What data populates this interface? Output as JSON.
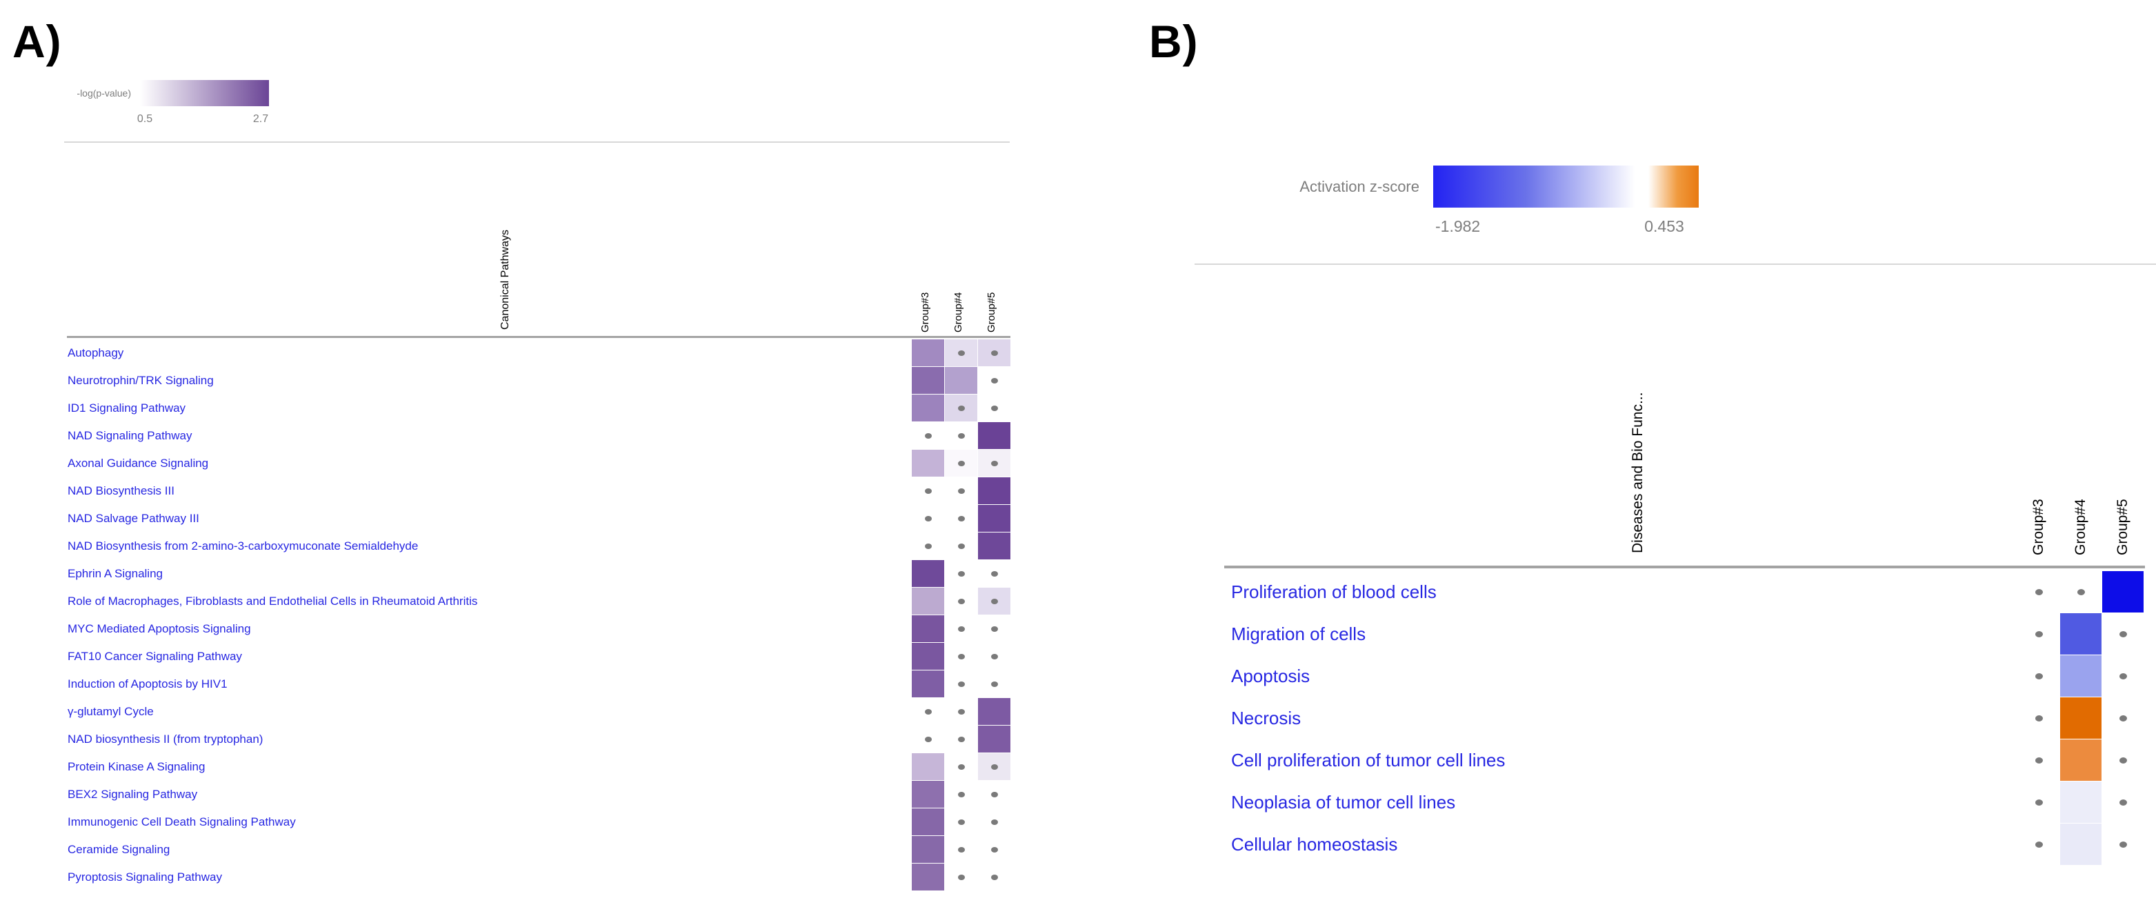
{
  "figure": {
    "row_label_color": "#2727e2",
    "dot_color": "#7a7a7a",
    "line_light_color": "#d8d8d8",
    "line_dark_color": "#a3a3a3"
  },
  "chart_data": [
    {
      "type": "heatmap",
      "panel_label": "A)",
      "col_axis_title": "Canonical Pathways",
      "columns": [
        "Group#3",
        "Group#4",
        "Group#5"
      ],
      "value_name": "-log(p-value)",
      "legend": {
        "title": "-log(p-value)",
        "min": 0.5,
        "max": 2.7,
        "min_label": "0.5",
        "max_label": "2.7",
        "gradient_stops": [
          {
            "color": "#ffffff",
            "pos": 0
          },
          {
            "color": "#6b4596",
            "pos": 100
          }
        ]
      },
      "dot_meaning": "grey dot marker shown in cell",
      "rows": [
        {
          "label": "Autophagy",
          "cells": [
            {
              "value": 1.9,
              "color": "#a28ac1",
              "dot": false
            },
            {
              "value": 0.9,
              "color": "#e4deef",
              "dot": true
            },
            {
              "value": 1.0,
              "color": "#ded6eb",
              "dot": true
            }
          ]
        },
        {
          "label": "Neurotrophin/TRK Signaling",
          "cells": [
            {
              "value": 2.2,
              "color": "#8a6cae",
              "dot": false
            },
            {
              "value": 1.5,
              "color": "#b3a1ce",
              "dot": false
            },
            {
              "value": null,
              "color": "#ffffff",
              "dot": true
            }
          ]
        },
        {
          "label": "ID1 Signaling Pathway",
          "cells": [
            {
              "value": 2.0,
              "color": "#9c83bd",
              "dot": false
            },
            {
              "value": 1.0,
              "color": "#ded7eb",
              "dot": true
            },
            {
              "value": null,
              "color": "#ffffff",
              "dot": true
            }
          ]
        },
        {
          "label": "NAD Signaling Pathway",
          "cells": [
            {
              "value": null,
              "color": "#ffffff",
              "dot": true
            },
            {
              "value": null,
              "color": "#ffffff",
              "dot": true
            },
            {
              "value": 2.7,
              "color": "#6a4296",
              "dot": false
            }
          ]
        },
        {
          "label": "Axonal Guidance Signaling",
          "cells": [
            {
              "value": 1.4,
              "color": "#c4b3d7",
              "dot": false
            },
            {
              "value": 0.6,
              "color": "#faf8fc",
              "dot": true
            },
            {
              "value": 0.7,
              "color": "#f3f0f7",
              "dot": true
            }
          ]
        },
        {
          "label": "NAD Biosynthesis III",
          "cells": [
            {
              "value": null,
              "color": "#ffffff",
              "dot": true
            },
            {
              "value": null,
              "color": "#ffffff",
              "dot": true
            },
            {
              "value": 2.7,
              "color": "#6b4397",
              "dot": false
            }
          ]
        },
        {
          "label": "NAD Salvage Pathway III",
          "cells": [
            {
              "value": null,
              "color": "#ffffff",
              "dot": true
            },
            {
              "value": null,
              "color": "#ffffff",
              "dot": true
            },
            {
              "value": 2.7,
              "color": "#6c4598",
              "dot": false
            }
          ]
        },
        {
          "label": "NAD Biosynthesis from 2-amino-3-carboxymuconate Semialdehyde",
          "cells": [
            {
              "value": null,
              "color": "#ffffff",
              "dot": true
            },
            {
              "value": null,
              "color": "#ffffff",
              "dot": true
            },
            {
              "value": 2.6,
              "color": "#6e4899",
              "dot": false
            }
          ]
        },
        {
          "label": "Ephrin A Signaling",
          "cells": [
            {
              "value": 2.6,
              "color": "#6f4a9a",
              "dot": false
            },
            {
              "value": null,
              "color": "#ffffff",
              "dot": true
            },
            {
              "value": null,
              "color": "#ffffff",
              "dot": true
            }
          ]
        },
        {
          "label": "Role of Macrophages, Fibroblasts and Endothelial Cells in Rheumatoid Arthritis",
          "cells": [
            {
              "value": 1.5,
              "color": "#bcaad0",
              "dot": false
            },
            {
              "value": null,
              "color": "#ffffff",
              "dot": true
            },
            {
              "value": 0.9,
              "color": "#e2dcee",
              "dot": true
            }
          ]
        },
        {
          "label": "MYC Mediated Apoptosis Signaling",
          "cells": [
            {
              "value": 2.5,
              "color": "#79559f",
              "dot": false
            },
            {
              "value": null,
              "color": "#ffffff",
              "dot": true
            },
            {
              "value": null,
              "color": "#ffffff",
              "dot": true
            }
          ]
        },
        {
          "label": "FAT10 Cancer Signaling Pathway",
          "cells": [
            {
              "value": 2.5,
              "color": "#7a57a0",
              "dot": false
            },
            {
              "value": null,
              "color": "#ffffff",
              "dot": true
            },
            {
              "value": null,
              "color": "#ffffff",
              "dot": true
            }
          ]
        },
        {
          "label": "Induction of Apoptosis by HIV1",
          "cells": [
            {
              "value": 2.4,
              "color": "#7f5ea5",
              "dot": false
            },
            {
              "value": null,
              "color": "#ffffff",
              "dot": true
            },
            {
              "value": null,
              "color": "#ffffff",
              "dot": true
            }
          ]
        },
        {
          "label": "γ-glutamyl Cycle",
          "cells": [
            {
              "value": null,
              "color": "#ffffff",
              "dot": true
            },
            {
              "value": null,
              "color": "#ffffff",
              "dot": true
            },
            {
              "value": 2.4,
              "color": "#7d5aa3",
              "dot": false
            }
          ]
        },
        {
          "label": "NAD biosynthesis II (from tryptophan)",
          "cells": [
            {
              "value": null,
              "color": "#ffffff",
              "dot": true
            },
            {
              "value": null,
              "color": "#ffffff",
              "dot": true
            },
            {
              "value": 2.4,
              "color": "#7e5ba3",
              "dot": false
            }
          ]
        },
        {
          "label": "Protein Kinase A Signaling",
          "cells": [
            {
              "value": 1.35,
              "color": "#c6b6d8",
              "dot": false
            },
            {
              "value": null,
              "color": "#ffffff",
              "dot": true
            },
            {
              "value": 0.8,
              "color": "#ebe7f2",
              "dot": true
            }
          ]
        },
        {
          "label": "BEX2 Signaling Pathway",
          "cells": [
            {
              "value": 2.2,
              "color": "#8e70ae",
              "dot": false
            },
            {
              "value": null,
              "color": "#ffffff",
              "dot": true
            },
            {
              "value": null,
              "color": "#ffffff",
              "dot": true
            }
          ]
        },
        {
          "label": "Immunogenic Cell Death Signaling Pathway",
          "cells": [
            {
              "value": 2.3,
              "color": "#8667a8",
              "dot": false
            },
            {
              "value": null,
              "color": "#ffffff",
              "dot": true
            },
            {
              "value": null,
              "color": "#ffffff",
              "dot": true
            }
          ]
        },
        {
          "label": "Ceramide Signaling",
          "cells": [
            {
              "value": 2.3,
              "color": "#8769a9",
              "dot": false
            },
            {
              "value": null,
              "color": "#ffffff",
              "dot": true
            },
            {
              "value": null,
              "color": "#ffffff",
              "dot": true
            }
          ]
        },
        {
          "label": "Pyroptosis Signaling Pathway",
          "cells": [
            {
              "value": 2.2,
              "color": "#8c6eac",
              "dot": false
            },
            {
              "value": null,
              "color": "#ffffff",
              "dot": true
            },
            {
              "value": null,
              "color": "#ffffff",
              "dot": true
            }
          ]
        }
      ]
    },
    {
      "type": "heatmap",
      "panel_label": "B)",
      "col_axis_title": "Diseases and Bio Func...",
      "columns": [
        "Group#3",
        "Group#4",
        "Group#5"
      ],
      "value_name": "Activation z-score",
      "legend": {
        "title": "Activation z-score",
        "min": -1.982,
        "max": 0.453,
        "min_label": "-1.982",
        "max_label": "0.453",
        "gradient_stops": [
          {
            "color": "#2323f2",
            "pos": 0
          },
          {
            "color": "#6a72e9",
            "pos": 35
          },
          {
            "color": "#ffffff",
            "pos": 76
          },
          {
            "color": "#ffffff",
            "pos": 81
          },
          {
            "color": "#f09a3e",
            "pos": 92
          },
          {
            "color": "#e87911",
            "pos": 100
          }
        ]
      },
      "dot_meaning": "grey dot marker shown in cell",
      "rows": [
        {
          "label": "Proliferation of blood cells",
          "cells": [
            {
              "value": null,
              "color": "#ffffff",
              "dot": true
            },
            {
              "value": null,
              "color": "#ffffff",
              "dot": true
            },
            {
              "value": -1.98,
              "color": "#0d0de8",
              "dot": false
            }
          ]
        },
        {
          "label": "Migration of cells",
          "cells": [
            {
              "value": null,
              "color": "#ffffff",
              "dot": true
            },
            {
              "value": -1.4,
              "color": "#505ae2",
              "dot": false
            },
            {
              "value": null,
              "color": "#ffffff",
              "dot": true
            }
          ]
        },
        {
          "label": "Apoptosis",
          "cells": [
            {
              "value": null,
              "color": "#ffffff",
              "dot": true
            },
            {
              "value": -0.8,
              "color": "#9aa3ee",
              "dot": false
            },
            {
              "value": null,
              "color": "#ffffff",
              "dot": true
            }
          ]
        },
        {
          "label": "Necrosis",
          "cells": [
            {
              "value": null,
              "color": "#ffffff",
              "dot": true
            },
            {
              "value": 0.45,
              "color": "#e16b01",
              "dot": false
            },
            {
              "value": null,
              "color": "#ffffff",
              "dot": true
            }
          ]
        },
        {
          "label": "Cell proliferation of tumor cell lines",
          "cells": [
            {
              "value": null,
              "color": "#ffffff",
              "dot": true
            },
            {
              "value": 0.4,
              "color": "#ec8b3e",
              "dot": false
            },
            {
              "value": null,
              "color": "#ffffff",
              "dot": true
            }
          ]
        },
        {
          "label": "Neoplasia of tumor cell lines",
          "cells": [
            {
              "value": null,
              "color": "#ffffff",
              "dot": true
            },
            {
              "value": -0.1,
              "color": "#ecedf9",
              "dot": false
            },
            {
              "value": null,
              "color": "#ffffff",
              "dot": true
            }
          ]
        },
        {
          "label": "Cellular homeostasis",
          "cells": [
            {
              "value": null,
              "color": "#ffffff",
              "dot": true
            },
            {
              "value": -0.1,
              "color": "#e9eaf8",
              "dot": false
            },
            {
              "value": null,
              "color": "#ffffff",
              "dot": true
            }
          ]
        }
      ]
    }
  ]
}
